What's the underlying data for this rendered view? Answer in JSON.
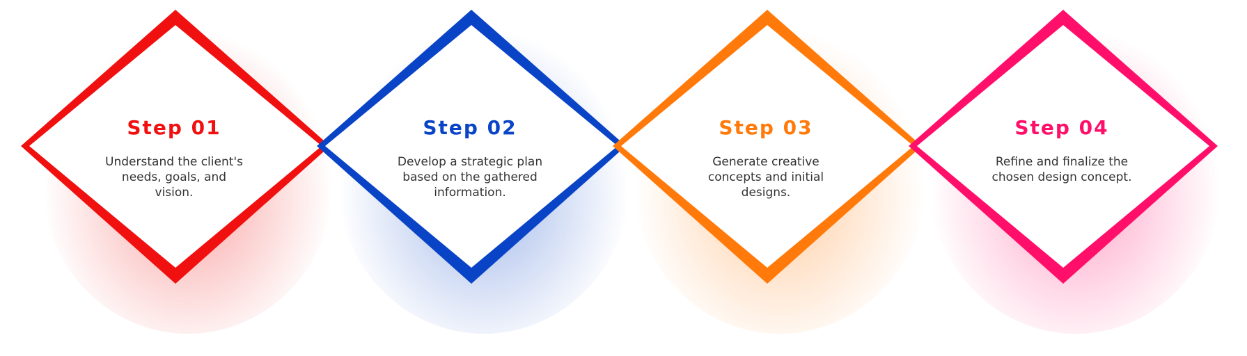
{
  "steps": [
    {
      "title": "Step 01",
      "description": "Understand the client's needs, goals, and vision.",
      "color": "#f01010"
    },
    {
      "title": "Step 02",
      "description": "Develop a strategic plan based on the gathered information.",
      "color": "#0a44c6"
    },
    {
      "title": "Step 03",
      "description": "Generate creative concepts and initial designs.",
      "color": "#ff7a0a"
    },
    {
      "title": "Step 04",
      "description": "Refine and finalize the chosen design concept.",
      "color": "#ff0f6a"
    }
  ]
}
